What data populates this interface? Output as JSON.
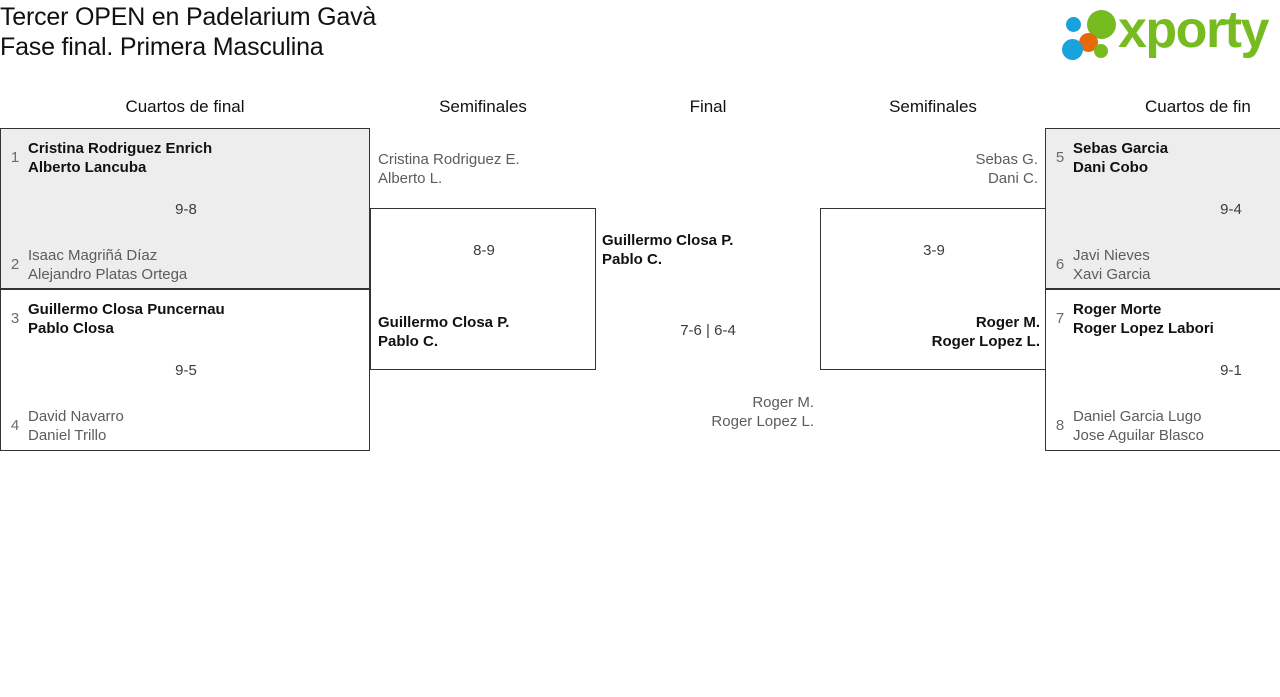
{
  "header": {
    "title": "Tercer OPEN en Padelarium Gavà\nFase final. Primera Masculina",
    "logo_word": "xporty"
  },
  "rounds": [
    {
      "key": "qf_left",
      "label": "Cuartos de final"
    },
    {
      "key": "sf_left",
      "label": "Semifinales"
    },
    {
      "key": "final",
      "label": "Final"
    },
    {
      "key": "sf_right",
      "label": "Semifinales"
    },
    {
      "key": "qf_right",
      "label": "Cuartos de fin"
    }
  ],
  "bracket": {
    "qf_left": [
      {
        "score": "9-8",
        "shaded": true,
        "top": {
          "seed": "1",
          "name1": "Cristina Rodriguez Enrich",
          "name2": "Alberto Lancuba",
          "result": "winner"
        },
        "bottom": {
          "seed": "2",
          "name1": "Isaac Magriñá Díaz",
          "name2": "Alejandro Platas Ortega",
          "result": "loser"
        }
      },
      {
        "score": "9-5",
        "shaded": false,
        "top": {
          "seed": "3",
          "name1": "Guillermo Closa Puncernau",
          "name2": "Pablo Closa",
          "result": "winner"
        },
        "bottom": {
          "seed": "4",
          "name1": "David Navarro",
          "name2": "Daniel Trillo",
          "result": "loser"
        }
      }
    ],
    "sf_left": [
      {
        "score": "8-9",
        "top": {
          "name1": "Cristina Rodriguez E.",
          "name2": "Alberto L.",
          "result": "loser"
        },
        "bottom": {
          "name1": "Guillermo Closa P.",
          "name2": "Pablo C.",
          "result": "winner"
        }
      }
    ],
    "final": [
      {
        "score": "7-6 | 6-4",
        "top": {
          "name1": "Guillermo Closa P.",
          "name2": "Pablo C.",
          "result": "winner"
        },
        "bottom": {
          "name1": "Roger M.",
          "name2": "Roger Lopez L.",
          "result": "loser"
        }
      }
    ],
    "sf_right": [
      {
        "score": "3-9",
        "top": {
          "name1": "Sebas G.",
          "name2": "Dani C.",
          "result": "loser"
        },
        "bottom": {
          "name1": "Roger M.",
          "name2": "Roger Lopez L.",
          "result": "winner"
        }
      }
    ],
    "qf_right": [
      {
        "score": "9-4",
        "shaded": true,
        "top": {
          "seed": "5",
          "name1": "Sebas Garcia",
          "name2": "Dani Cobo",
          "result": "winner"
        },
        "bottom": {
          "seed": "6",
          "name1": "Javi Nieves",
          "name2": "Xavi Garcia",
          "result": "loser"
        }
      },
      {
        "score": "9-1",
        "shaded": false,
        "top": {
          "seed": "7",
          "name1": "Roger Morte",
          "name2": "Roger Lopez Labori",
          "result": "winner"
        },
        "bottom": {
          "seed": "8",
          "name1": "Daniel Garcia Lugo",
          "name2": "Jose Aguilar Blasco",
          "result": "loser"
        }
      }
    ]
  },
  "colors": {
    "shade": "#ededed",
    "border": "#333333",
    "winner_text": "#111111",
    "loser_text": "#5c5c5c",
    "logo_green": "#76bc21",
    "logo_blue": "#19a3dc",
    "logo_orange": "#e8690b"
  }
}
